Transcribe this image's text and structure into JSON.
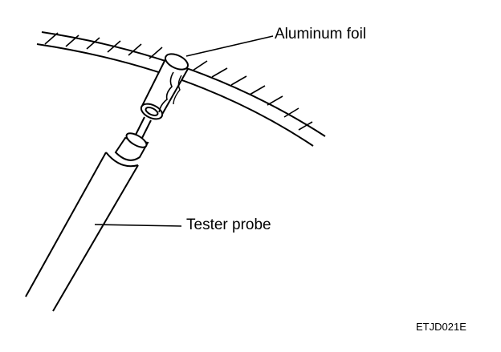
{
  "labels": {
    "aluminum_foil": "Aluminum foil",
    "tester_probe": "Tester probe",
    "figure_code": "ETJD021E"
  },
  "colors": {
    "ink": "#000000",
    "paper": "#ffffff"
  },
  "icons": {
    "wire": "cable-wire-icon",
    "foil": "aluminum-foil-wrap-icon",
    "probe": "tester-probe-icon"
  }
}
